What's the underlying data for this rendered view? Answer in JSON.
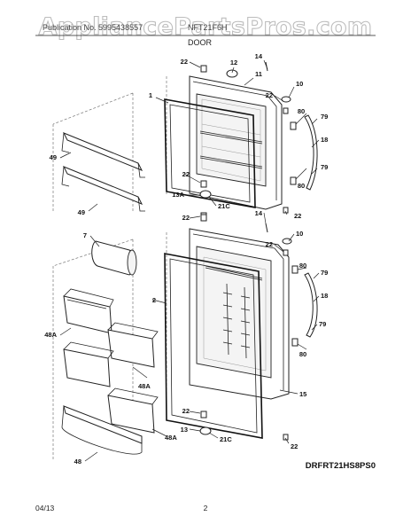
{
  "header": {
    "watermark": "AppliancePartsPros.com",
    "publication": "Publication No. 5995438557",
    "model": "NFT21F6H",
    "section": "DOOR"
  },
  "callouts": {
    "c1": "1",
    "c2": "2",
    "c7": "7",
    "c10a": "10",
    "c10b": "10",
    "c11": "11",
    "c12": "12",
    "c13": "13",
    "c13a": "13A",
    "c14a": "14",
    "c14b": "14",
    "c15": "15",
    "c18a": "18",
    "c18b": "18",
    "c21ca": "21C",
    "c21cb": "21C",
    "c22a": "22",
    "c22b": "22",
    "c22c": "22",
    "c22d": "22",
    "c22e": "22",
    "c22f": "22",
    "c22g": "22",
    "c22h": "22",
    "c48": "48",
    "c48a1": "48A",
    "c48a2": "48A",
    "c48a3": "48A",
    "c49a": "49",
    "c49b": "49",
    "c79a": "79",
    "c79b": "79",
    "c79c": "79",
    "c79d": "79",
    "c80a": "80",
    "c80b": "80",
    "c80c": "80",
    "c80d": "80"
  },
  "diagram_code": "DRFRT21HS8PS0",
  "footer": {
    "date": "04/13",
    "page": "2"
  }
}
